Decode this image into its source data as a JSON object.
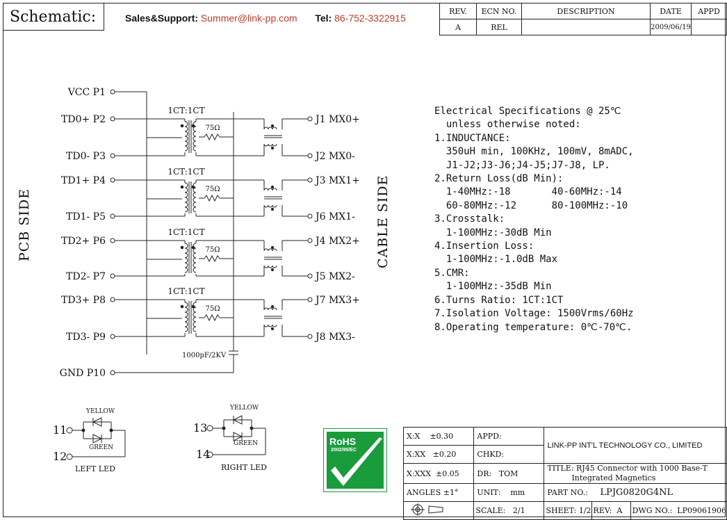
{
  "header": {
    "title": "Schematic:",
    "sales_label": "Sales&Support:",
    "sales_email": "Summer@link-pp.com",
    "tel_label": "Tel:",
    "tel_value": "86-752-3322915",
    "accent_color": "#c0392b"
  },
  "revision_table": {
    "headers": [
      "REV.",
      "ECN NO.",
      "DESCRIPTION",
      "DATE",
      "APPD"
    ],
    "row": [
      "A",
      "REL",
      "",
      "2009/06/19",
      ""
    ]
  },
  "schematic": {
    "pcb_side_label": "PCB SIDE",
    "cable_side_label": "CABLE SIDE",
    "pins_left": [
      "VCC P1",
      "TD0+ P2",
      "TD0- P3",
      "TD1+ P4",
      "TD1- P5",
      "TD2+ P6",
      "TD2- P7",
      "TD3+ P8",
      "TD3- P9",
      "GND P10"
    ],
    "pins_right": [
      "J1 MX0+",
      "J2 MX0-",
      "J3 MX1+",
      "J6 MX1-",
      "J4 MX2+",
      "J5 MX2-",
      "J7 MX3+",
      "J8 MX3-"
    ],
    "ratio_label": "1CT:1CT",
    "resistor_label": "75Ω",
    "capacitor_label": "1000pF/2KV"
  },
  "leds": {
    "left": {
      "pin_top": "11",
      "pin_bottom": "12",
      "top_color": "YELLOW",
      "bottom_color": "GREEN",
      "caption": "LEFT LED"
    },
    "right": {
      "pin_top": "13",
      "pin_bottom": "14",
      "top_color": "YELLOW",
      "bottom_color": "GREEN",
      "caption": "RIGHT LED"
    }
  },
  "rohs": {
    "label": "RoHS",
    "sub": "2002/95/EC",
    "color": "#1a9b3c"
  },
  "specs": [
    "Electrical Specifications @ 25℃",
    "  unless otherwise noted:",
    "1.INDUCTANCE:",
    "  350uH min, 100KHz, 100mV, 8mADC,",
    "  J1-J2;J3-J6;J4-J5;J7-J8, LP.",
    "2.Return Loss(dB Min):",
    "  1-40MHz:-18       40-60MHz:-14",
    "  60-80MHz:-12      80-100MHz:-10",
    "3.Crosstalk:",
    "  1-100MHz:-30dB Min",
    "4.Insertion Loss:",
    "  1-100MHz:-1.0dB Max",
    "5.CMR:",
    "  1-100MHz:-35dB Min",
    "6.Turns Ratio: 1CT:1CT",
    "7.Isolation Voltage: 1500Vrms/60Hz",
    "8.Operating temperature: 0℃-70℃."
  ],
  "title_block": {
    "tol1_label": "X:X",
    "tol1_value": "±0.30",
    "tol2_label": "X:XX",
    "tol2_value": "±0.20",
    "tol3_label": "X:XXX",
    "tol3_value": "±0.05",
    "angles": "ANGLES ±1°",
    "appd": "APPD:",
    "chkd": "CHKD:",
    "dr_label": "DR:",
    "dr_value": "TOM",
    "unit_label": "UNIT:",
    "unit_value": "mm",
    "company": "LINK-PP INT'L TECHNOLOGY CO., LIMITED",
    "title_label": "TITLE:",
    "title_line1": "RJ45 Connector with 1000 Base-T",
    "title_line2": "Integrated Magnetics",
    "part_label": "PART NO.:",
    "part_value": "LPJG0820G4NL",
    "scale_label": "SCALE:",
    "scale_value": "2/1",
    "sheet_label": "SHEET:",
    "sheet_value": "1/2",
    "rev_label": "REV:",
    "rev_value": "A",
    "dwg_label": "DWG NO.:",
    "dwg_value": "LP09061906"
  }
}
